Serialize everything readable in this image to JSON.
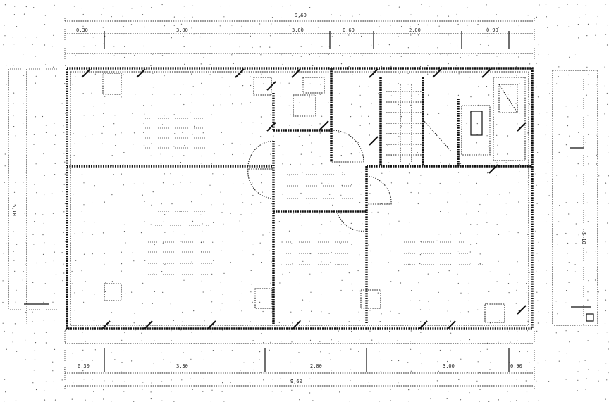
{
  "dimensions": {
    "top_total": "9,60",
    "top_segments": [
      "0,30",
      "3,00",
      "3,00",
      "0,60",
      "2,00",
      "0,90"
    ],
    "bottom_segments": [
      "0,30",
      "3,30",
      "2,00",
      "3,00",
      "0,90"
    ],
    "bottom_total": "9,60",
    "left": "5,10",
    "right": "5,10"
  },
  "colors": {
    "ink": "#111111",
    "paper": "#ffffff"
  },
  "icons": [
    "swing-door-icon",
    "column-icon",
    "stair-icon",
    "shaft-icon"
  ]
}
